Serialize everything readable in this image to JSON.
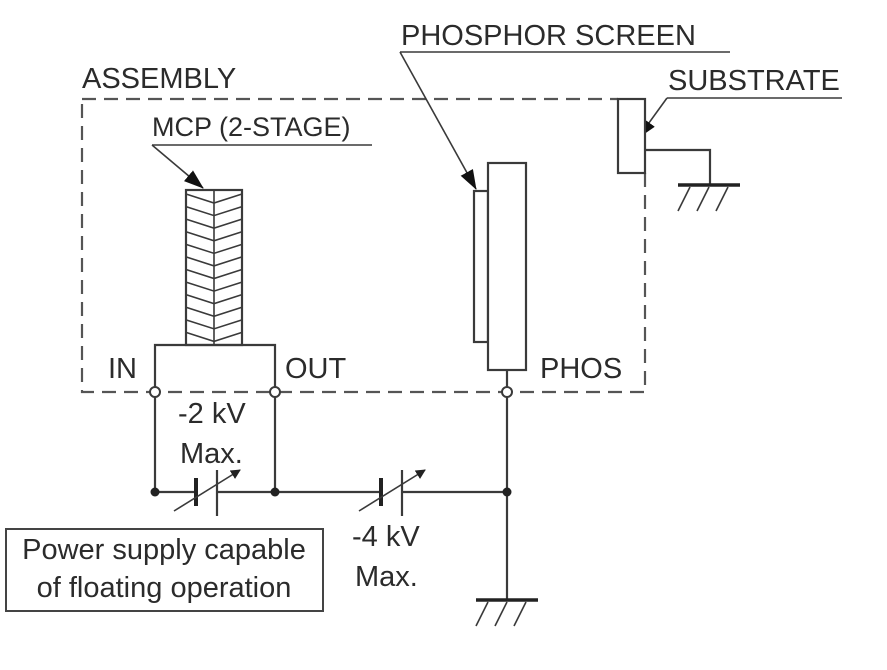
{
  "diagram": {
    "title": "MCP assembly wiring with floating power supply",
    "labels": {
      "assembly": "ASSEMBLY",
      "mcp": "MCP (2-STAGE)",
      "phosphor_screen": "PHOSPHOR SCREEN",
      "substrate": "SUBSTRATE",
      "terminal_in": "IN",
      "terminal_out": "OUT",
      "terminal_phos": "PHOS"
    },
    "supplies": [
      {
        "id": "mcp-supply",
        "voltage": "-2 kV",
        "qualifier": "Max."
      },
      {
        "id": "phosphor-supply",
        "voltage": "-4 kV",
        "qualifier": "Max."
      }
    ],
    "note": {
      "line1": "Power supply capable",
      "line2": "of floating operation"
    },
    "colors": {
      "line": "#3a3a3a",
      "text": "#2b2b2b",
      "background": "#ffffff"
    }
  }
}
